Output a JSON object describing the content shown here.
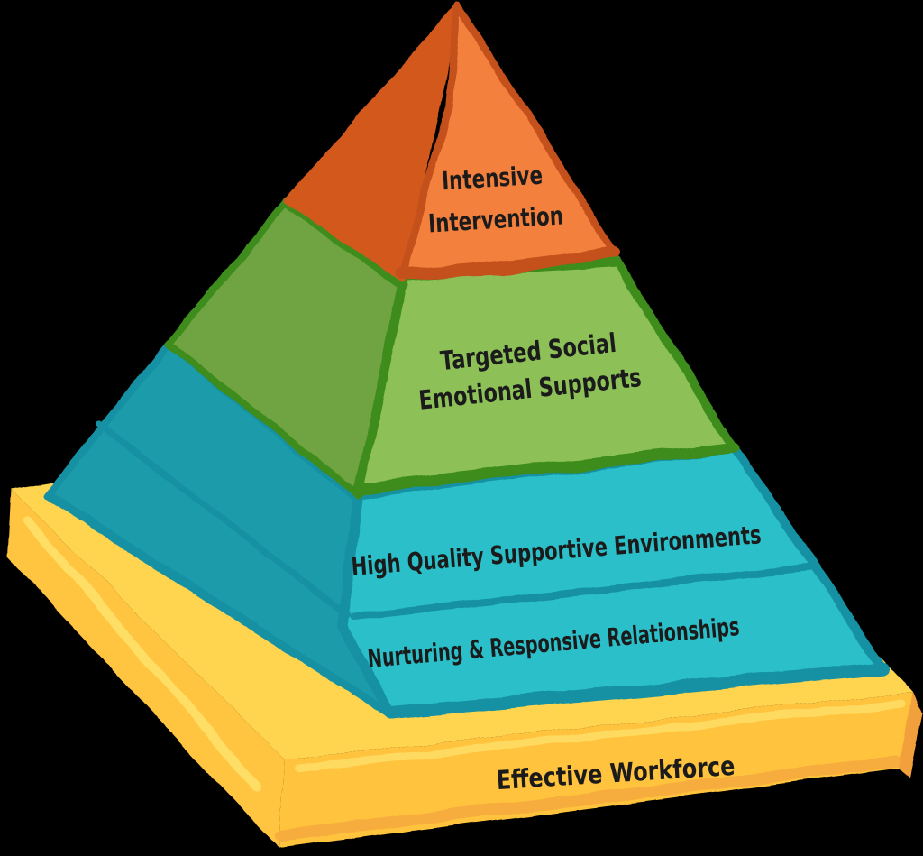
{
  "background": "#000000",
  "text_color": "#1b1b1b",
  "pyramid": {
    "layers": [
      {
        "name": "Intensive Intervention",
        "lines": {
          "line1": "Intensive",
          "line2": "Intervention"
        },
        "colors": {
          "front": "#f3803d",
          "side": "#d2591f",
          "border": "#c4511c"
        }
      },
      {
        "name": "Targeted Social Emotional Supports",
        "lines": {
          "line1": "Targeted Social",
          "line2": "Emotional Supports"
        },
        "colors": {
          "front": "#8dc158",
          "side": "#6fa342",
          "border": "#3c8c1e"
        }
      },
      {
        "name": "High Quality Supportive Environments",
        "lines": {
          "line1": "High Quality Supportive Environments"
        },
        "colors": {
          "front": "#2abfc9",
          "side": "#1e9baa",
          "border": "#1791a3"
        }
      },
      {
        "name": "Nurturing & Responsive Relationships",
        "lines": {
          "line1": "Nurturing & Responsive Relationships"
        },
        "colors": {
          "front": "#2abfc9",
          "side": "#1e9baa",
          "border": "#1791a3"
        }
      },
      {
        "name": "Effective Workforce",
        "lines": {
          "line1": "Effective Workforce"
        },
        "colors": {
          "top": "#ffd44f",
          "front": "#ffc33e",
          "side": "#ffc53f",
          "edge": "#f2a03a",
          "highlight": "#ffe06a",
          "shadow": "#f5ab3c"
        }
      }
    ]
  }
}
